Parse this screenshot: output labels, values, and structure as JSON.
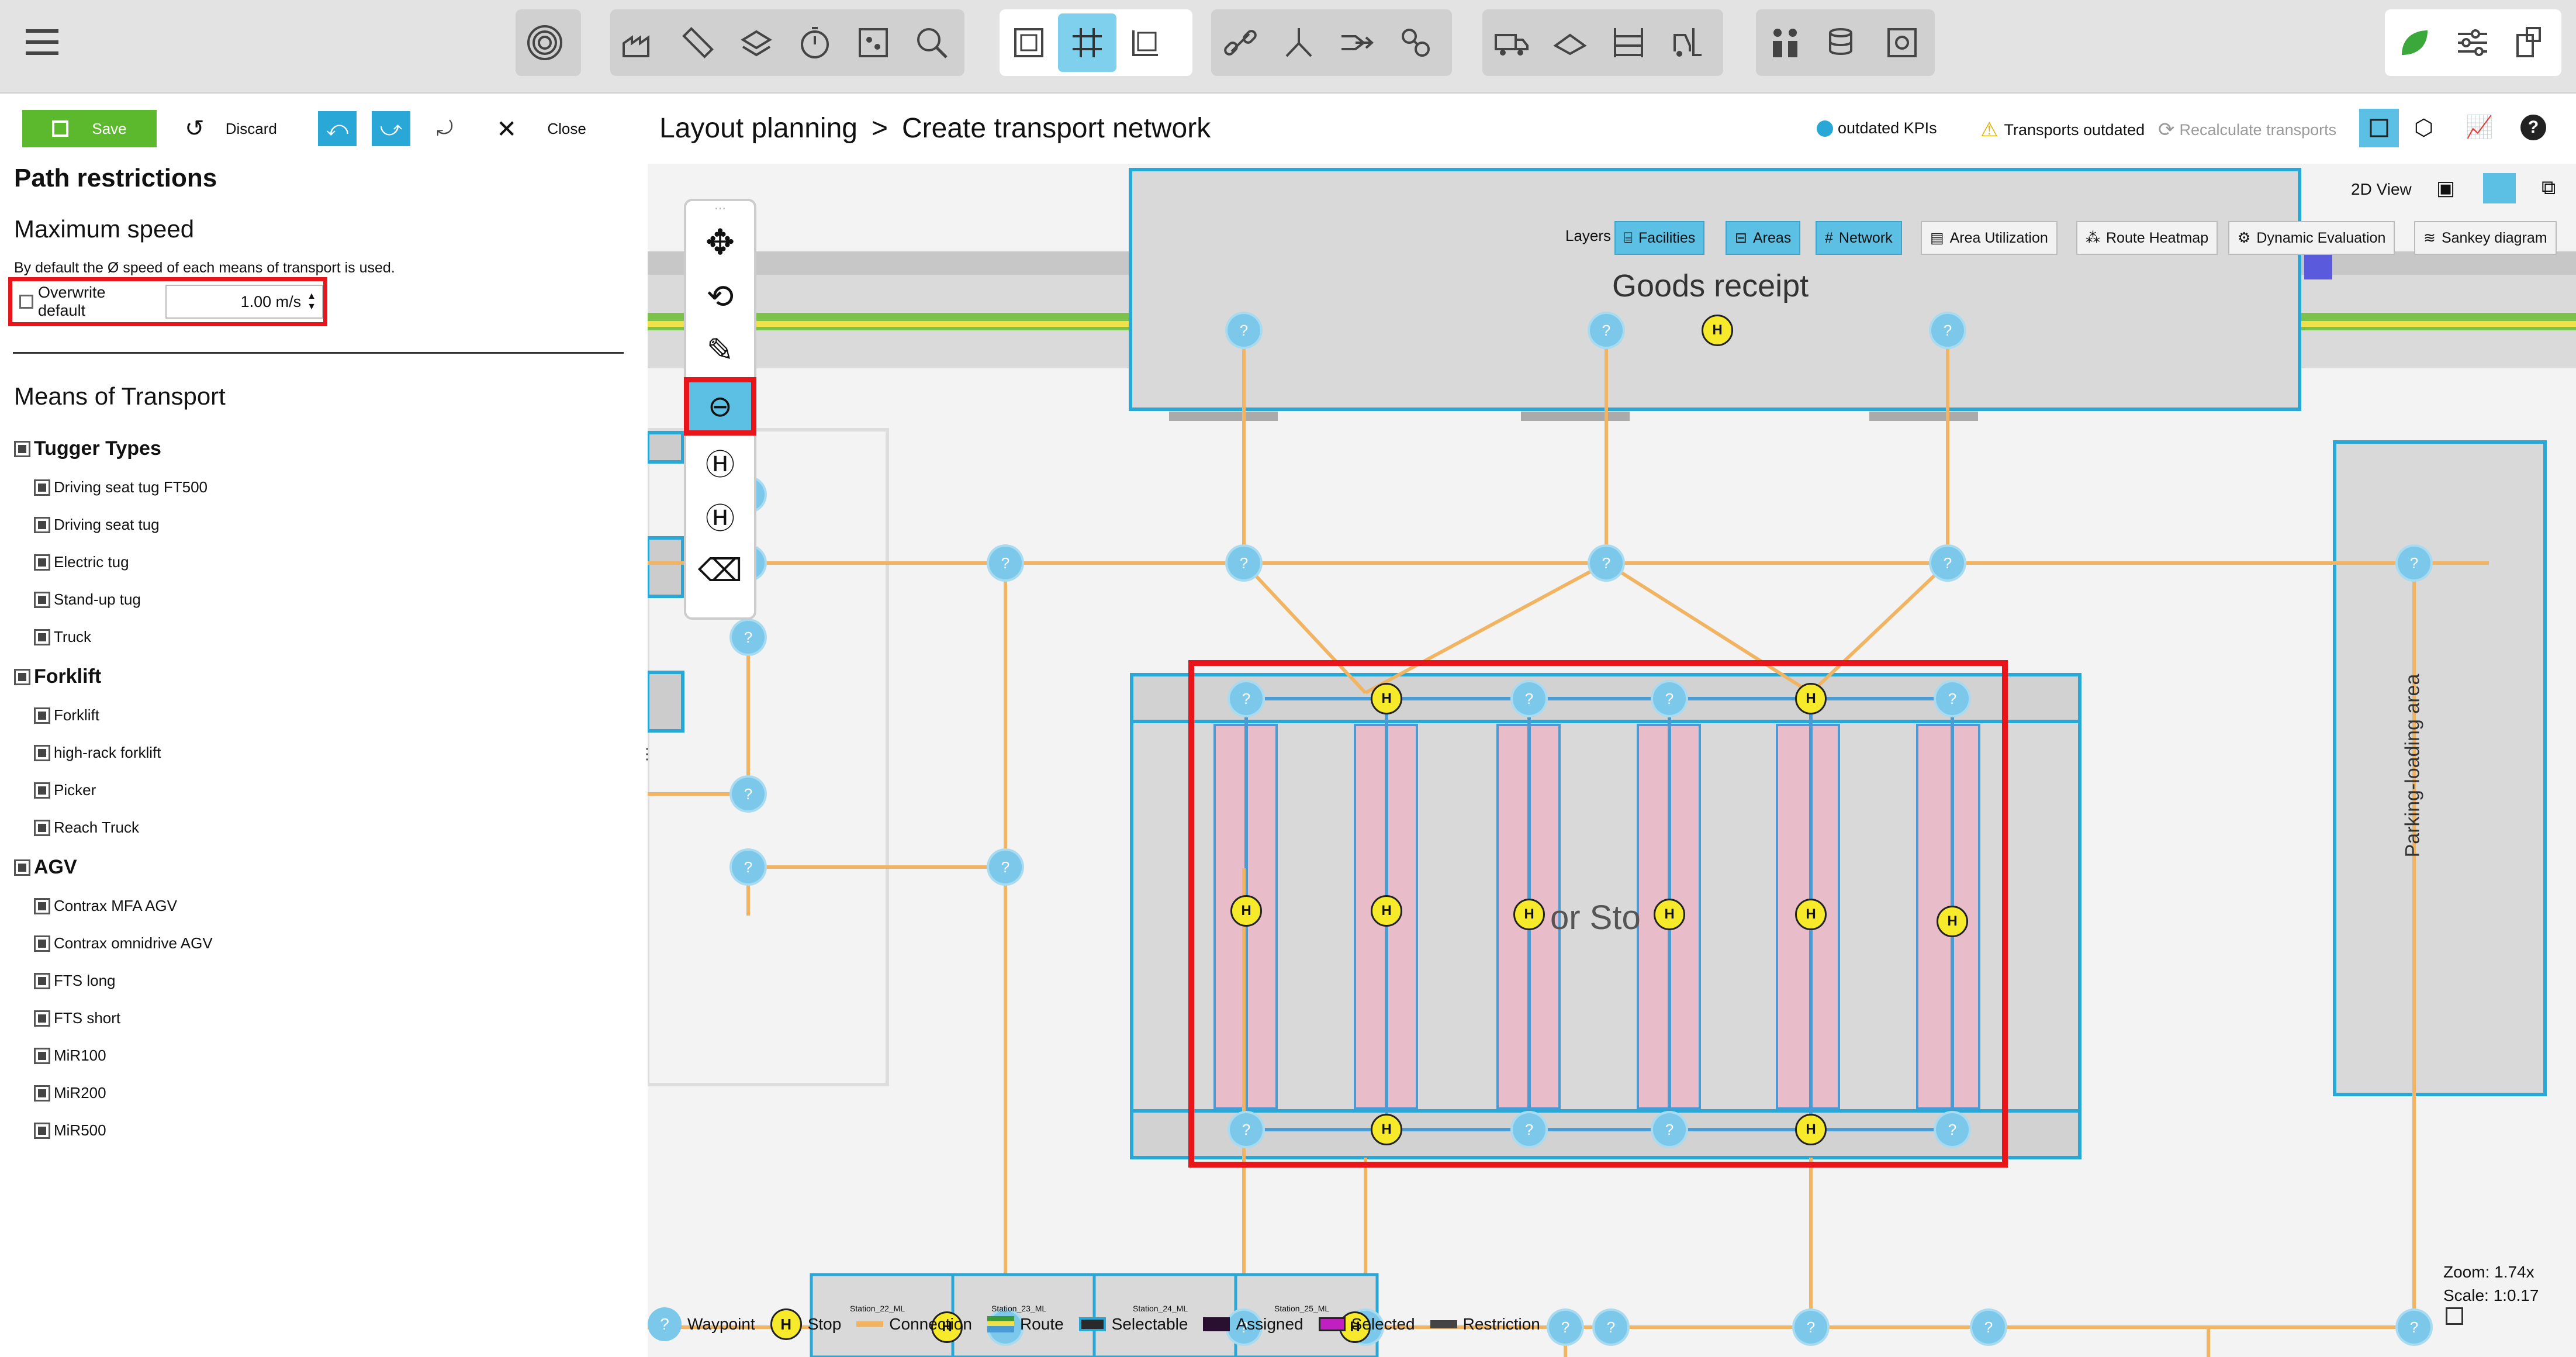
{
  "topbar": {
    "menu_icon": "hamburger-icon",
    "groups": [
      {
        "name": "logo",
        "icons": [
          "spiral-icon"
        ]
      },
      {
        "name": "analysis",
        "icons": [
          "factory-icon",
          "ruler-icon",
          "layers-icon",
          "stopwatch-icon",
          "grid-analysis-icon",
          "search-zoom-icon"
        ]
      },
      {
        "name": "layout",
        "icons": [
          "layout-frame-icon",
          "grid-icon",
          "area-edit-icon"
        ]
      },
      {
        "name": "network",
        "icons": [
          "link-icon",
          "branch-icon",
          "route-icon",
          "chain-icon"
        ]
      },
      {
        "name": "transport",
        "icons": [
          "truck-icon",
          "load-icon",
          "shelf-icon",
          "forklift-icon"
        ]
      },
      {
        "name": "resources",
        "icons": [
          "people-icon",
          "stack-icon",
          "settings-box-icon"
        ]
      },
      {
        "name": "right",
        "icons": [
          "leaf-icon",
          "sliders-icon",
          "mfx-icon"
        ]
      }
    ]
  },
  "commandbar": {
    "save_label": "Save",
    "discard_label": "Discard",
    "close_label": "Close"
  },
  "left": {
    "section_title": "Path restrictions",
    "max_speed_title": "Maximum speed",
    "max_speed_desc": "By default the Ø speed of each means of transport is used.",
    "overwrite_label": "Overwrite default",
    "speed_value": "1.00 m/s",
    "mot_title": "Means of Transport",
    "groups": [
      {
        "label": "Tugger Types",
        "items": [
          "Driving seat tug FT500",
          "Driving seat tug",
          "Electric tug",
          "Stand-up tug",
          "Truck"
        ]
      },
      {
        "label": "Forklift",
        "items": [
          "Forklift",
          "high-rack forklift",
          "Picker",
          "Reach Truck"
        ]
      },
      {
        "label": "AGV",
        "items": [
          "Contrax MFA AGV",
          "Contrax omnidrive AGV",
          "FTS long",
          "FTS short",
          "MiR100",
          "MiR200",
          "MiR500"
        ]
      }
    ]
  },
  "header": {
    "breadcrumb_root": "Layout planning",
    "breadcrumb_sep": ">",
    "breadcrumb_page": "Create transport network",
    "kpi_status": "outdated KPIs",
    "transports_status": "Transports outdated",
    "recalc_label": "Recalculate transports"
  },
  "canvas": {
    "view_label": "2D View",
    "layers_label": "Layers",
    "layer_buttons": [
      {
        "label": "Facilities",
        "active": true
      },
      {
        "label": "Areas",
        "active": true
      },
      {
        "label": "Network",
        "active": true
      },
      {
        "label": "Area Utilization",
        "active": false
      },
      {
        "label": "Route Heatmap",
        "active": false
      },
      {
        "label": "Dynamic Evaluation",
        "active": false
      },
      {
        "label": "Sankey diagram",
        "active": false
      }
    ],
    "goods_receipt_label": "Goods receipt",
    "storage_label": "or Sto",
    "parking_label": "Parking-loading area",
    "station_labels": [
      "Station_22_ML",
      "Station_23_ML",
      "Station_24_ML",
      "Station_25_ML"
    ],
    "zoom_text": "Zoom: 1.74x",
    "scale_text": "Scale: 1:0.17",
    "waypoint_glyph": "?",
    "stop_glyph": "H"
  },
  "legend": {
    "waypoint": "Waypoint",
    "stop": "Stop",
    "connection": "Connection",
    "route": "Route",
    "selectable": "Selectable",
    "assigned": "Assigned",
    "selected": "Selected",
    "restriction": "Restriction"
  },
  "colors": {
    "accent": "#29a8d8",
    "save_green": "#5cb82c",
    "connection": "#f0b462",
    "route": "#4a9ad4",
    "stop_yellow": "#f7ea2a",
    "waypoint_blue": "#7cc8ea",
    "highlight_red": "#e8161b",
    "restriction_pink": "#e8bcc8"
  }
}
